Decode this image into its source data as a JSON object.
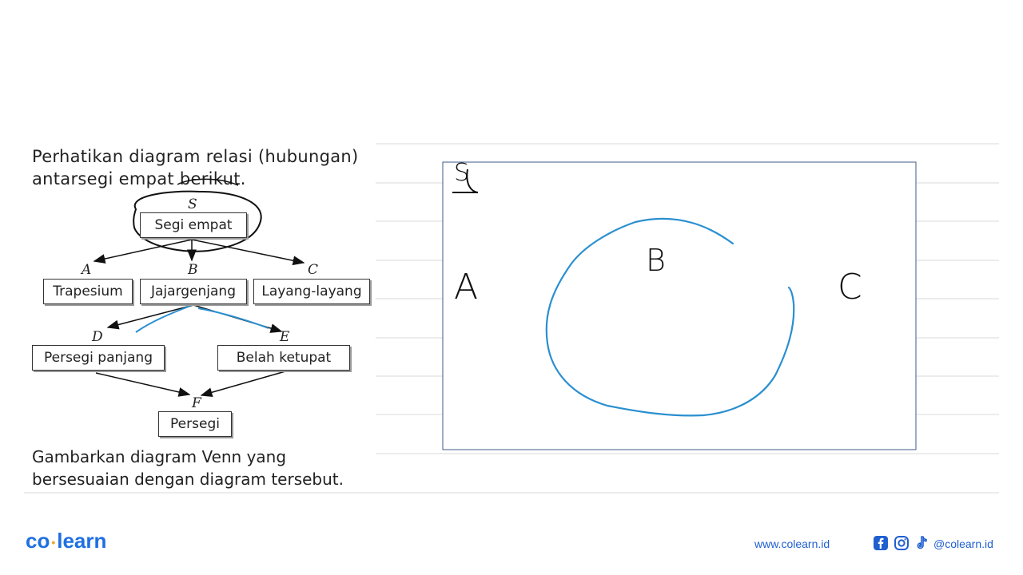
{
  "question": {
    "intro": "Perhatikan diagram relasi (hubungan) antarsegi empat berikut.",
    "task": "Gambarkan diagram Venn yang bersesuaian dengan diagram tersebut."
  },
  "relation_diagram": {
    "nodes": [
      {
        "letter": "S",
        "label": "Segi empat"
      },
      {
        "letter": "A",
        "label": "Trapesium"
      },
      {
        "letter": "B",
        "label": "Jajargenjang"
      },
      {
        "letter": "C",
        "label": "Layang-layang"
      },
      {
        "letter": "D",
        "label": "Persegi panjang"
      },
      {
        "letter": "E",
        "label": "Belah ketupat"
      },
      {
        "letter": "F",
        "label": "Persegi"
      }
    ]
  },
  "venn_sketch": {
    "universal_label": "S",
    "labels": [
      "A",
      "B",
      "C"
    ],
    "stroke_color": "#2a8fd0"
  },
  "footer": {
    "brand_left": "co",
    "brand_right": "learn",
    "website": "www.colearn.id",
    "handle": "@colearn.id",
    "brand_color": "#1f6fe0",
    "accent_color": "#f2a33a"
  }
}
